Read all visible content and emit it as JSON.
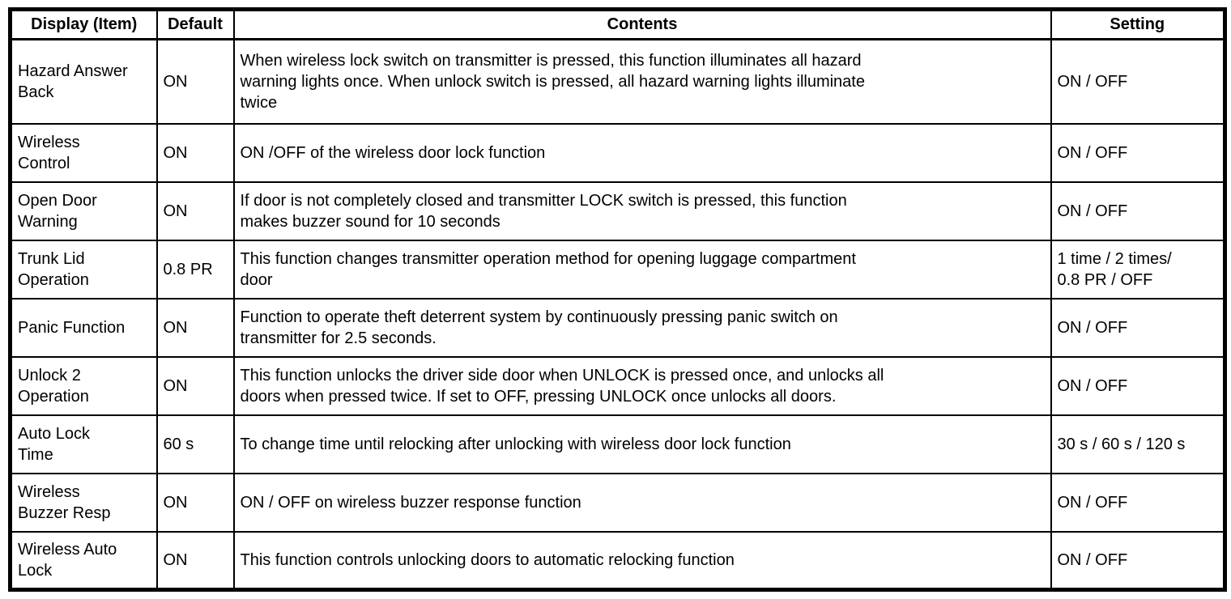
{
  "table": {
    "headers": {
      "item": "Display (Item)",
      "default": "Default",
      "contents": "Contents",
      "setting": "Setting"
    },
    "rows": [
      {
        "item": "Hazard Answer\nBack",
        "default": "ON",
        "contents": "When wireless lock switch on transmitter is pressed, this function illuminates all hazard\nwarning lights once. When unlock switch is pressed, all hazard warning lights illuminate\ntwice",
        "setting": "ON / OFF"
      },
      {
        "item": "Wireless\nControl",
        "default": "ON",
        "contents": "ON /OFF of the wireless door lock function",
        "setting": "ON / OFF"
      },
      {
        "item": "Open Door\nWarning",
        "default": "ON",
        "contents": "If door is not completely closed and transmitter LOCK switch is pressed, this function\nmakes buzzer sound for 10 seconds",
        "setting": "ON / OFF"
      },
      {
        "item": "Trunk Lid\nOperation",
        "default": "0.8 PR",
        "contents": "This function changes transmitter operation method for opening luggage compartment\ndoor",
        "setting": "1 time / 2 times/\n0.8 PR / OFF"
      },
      {
        "item": "Panic Function",
        "default": "ON",
        "contents": "Function to operate theft deterrent system by continuously pressing panic switch on\ntransmitter for 2.5 seconds.",
        "setting": "ON / OFF"
      },
      {
        "item": "Unlock 2\nOperation",
        "default": "ON",
        "contents": "This function unlocks the driver side door when UNLOCK is pressed once, and unlocks all\ndoors when pressed twice. If set to OFF, pressing UNLOCK once unlocks all doors.",
        "setting": "ON / OFF"
      },
      {
        "item": "Auto Lock\nTime",
        "default": "60 s",
        "contents": "To change time until relocking after unlocking with wireless door lock function",
        "setting": "30 s / 60 s / 120 s"
      },
      {
        "item": "Wireless\nBuzzer Resp",
        "default": "ON",
        "contents": "ON / OFF on wireless buzzer response function",
        "setting": "ON / OFF"
      },
      {
        "item": "Wireless Auto\nLock",
        "default": "ON",
        "contents": "This function controls unlocking doors to automatic relocking function",
        "setting": "ON / OFF"
      }
    ]
  }
}
